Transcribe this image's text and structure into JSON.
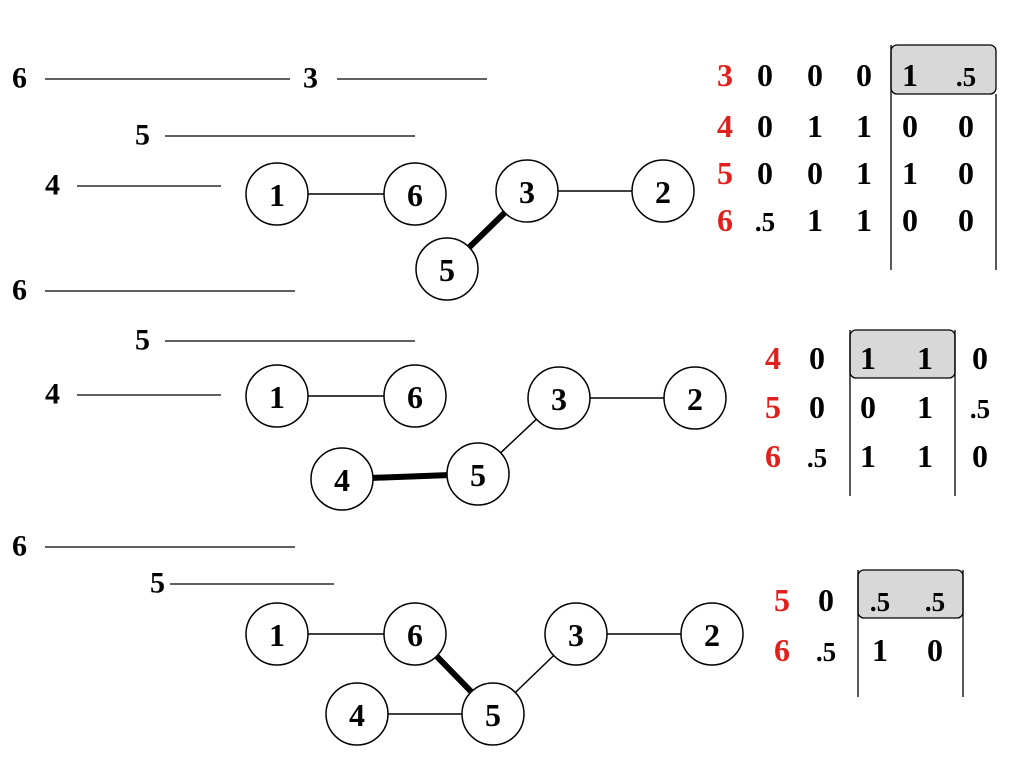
{
  "colors": {
    "row_label": "#e0201c",
    "text": "#000000",
    "highlight_fill": "#d8d8d8",
    "line": "#000000",
    "node_fill": "#ffffff"
  },
  "panels": [
    {
      "id": "step1",
      "level_labels": [
        "6",
        "3",
        "5",
        "4"
      ],
      "nodes": [
        "1",
        "6",
        "3",
        "2",
        "5"
      ],
      "edges": [
        [
          "1",
          "6"
        ],
        [
          "3",
          "2"
        ],
        [
          "3",
          "5"
        ]
      ],
      "heavy_edge": [
        "3",
        "5"
      ],
      "matrix": {
        "row_labels": [
          "3",
          "4",
          "5",
          "6"
        ],
        "rows": [
          [
            "0",
            "0",
            "0",
            "1",
            ".5"
          ],
          [
            "0",
            "1",
            "1",
            "0",
            "0"
          ],
          [
            "0",
            "0",
            "1",
            "1",
            "0"
          ],
          [
            ".5",
            "1",
            "1",
            "0",
            "0"
          ]
        ],
        "highlight": {
          "row": 0,
          "cols": [
            3,
            4
          ]
        }
      }
    },
    {
      "id": "step2",
      "level_labels": [
        "6",
        "5",
        "4"
      ],
      "nodes": [
        "1",
        "6",
        "3",
        "2",
        "4",
        "5"
      ],
      "edges": [
        [
          "1",
          "6"
        ],
        [
          "3",
          "2"
        ],
        [
          "5",
          "3"
        ],
        [
          "4",
          "5"
        ]
      ],
      "heavy_edge": [
        "4",
        "5"
      ],
      "matrix": {
        "row_labels": [
          "4",
          "5",
          "6"
        ],
        "rows": [
          [
            "0",
            "1",
            "1",
            "0"
          ],
          [
            "0",
            "0",
            "1",
            ".5"
          ],
          [
            ".5",
            "1",
            "1",
            "0"
          ]
        ],
        "highlight": {
          "row": 0,
          "cols": [
            1,
            2
          ]
        }
      }
    },
    {
      "id": "step3",
      "level_labels": [
        "6",
        "5"
      ],
      "nodes": [
        "1",
        "6",
        "3",
        "2",
        "4",
        "5"
      ],
      "edges": [
        [
          "1",
          "6"
        ],
        [
          "3",
          "2"
        ],
        [
          "4",
          "5"
        ],
        [
          "5",
          "3"
        ],
        [
          "6",
          "5"
        ]
      ],
      "heavy_edge": [
        "6",
        "5"
      ],
      "matrix": {
        "row_labels": [
          "5",
          "6"
        ],
        "rows": [
          [
            "0",
            ".5",
            ".5"
          ],
          [
            ".5",
            "1",
            "0"
          ]
        ],
        "highlight": {
          "row": 0,
          "cols": [
            1,
            2
          ]
        }
      }
    }
  ]
}
